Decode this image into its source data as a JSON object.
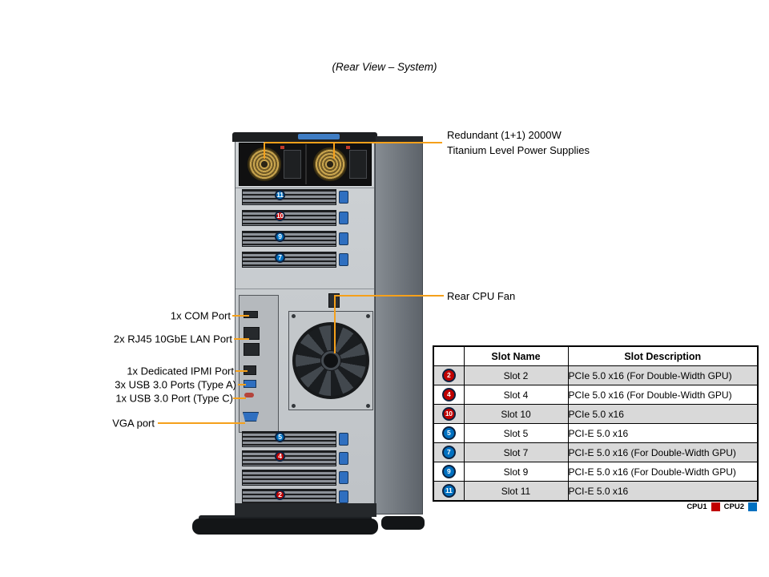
{
  "title": "(Rear View – System)",
  "colors": {
    "callout_line": "#F5A01B",
    "cpu1": "#C00000",
    "cpu2": "#0070C0"
  },
  "callouts": {
    "psu_line1": "Redundant (1+1) 2000W",
    "psu_line2": "Titanium Level Power Supplies",
    "rear_fan": "Rear CPU Fan",
    "com": "1x COM Port",
    "lan": "2x RJ45 10GbE LAN Port",
    "ipmi": "1x Dedicated IPMI Port",
    "usb_a": "3x USB 3.0 Ports (Type A)",
    "usb_c": "1x USB 3.0 Port (Type C)",
    "vga": "VGA port"
  },
  "server": {
    "upper_badges": [
      {
        "num": "11",
        "cpu": "cpu2"
      },
      {
        "num": "10",
        "cpu": "cpu1"
      },
      {
        "num": "9",
        "cpu": "cpu2"
      },
      {
        "num": "7",
        "cpu": "cpu2"
      }
    ],
    "lower_badges": [
      {
        "num": "5",
        "cpu": "cpu2"
      },
      {
        "num": "4",
        "cpu": "cpu1"
      },
      {
        "num": "2",
        "cpu": "cpu1"
      }
    ]
  },
  "table": {
    "headers": {
      "badge": "",
      "name": "Slot Name",
      "desc": "Slot Description"
    },
    "rows": [
      {
        "badge": "2",
        "cpu": "cpu1",
        "name": "Slot 2",
        "desc": "PCIe 5.0 x16 (For Double-Width GPU)"
      },
      {
        "badge": "4",
        "cpu": "cpu1",
        "name": "Slot 4",
        "desc": "PCIe 5.0 x16 (For Double-Width GPU)"
      },
      {
        "badge": "10",
        "cpu": "cpu1",
        "name": "Slot 10",
        "desc": "PCIe 5.0 x16"
      },
      {
        "badge": "5",
        "cpu": "cpu2",
        "name": "Slot 5",
        "desc": "PCI-E 5.0 x16"
      },
      {
        "badge": "7",
        "cpu": "cpu2",
        "name": "Slot 7",
        "desc": "PCI-E 5.0 x16 (For Double-Width GPU)"
      },
      {
        "badge": "9",
        "cpu": "cpu2",
        "name": "Slot 9",
        "desc": "PCI-E 5.0 x16 (For Double-Width GPU)"
      },
      {
        "badge": "11",
        "cpu": "cpu2",
        "name": "Slot 11",
        "desc": "PCI-E 5.0 x16"
      }
    ]
  },
  "legend": [
    {
      "label": "CPU1",
      "cpu": "cpu1"
    },
    {
      "label": "CPU2",
      "cpu": "cpu2"
    }
  ]
}
